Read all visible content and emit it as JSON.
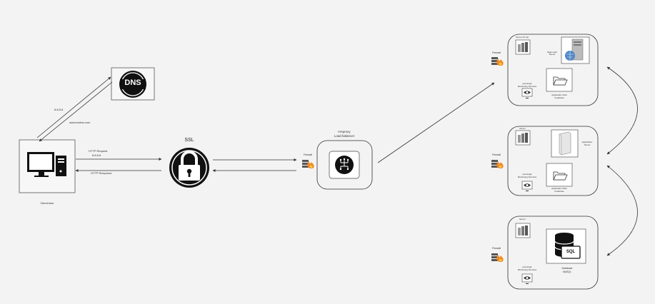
{
  "client": {
    "label": "Client/user"
  },
  "dns": {
    "label": "DNS"
  },
  "dns_links": {
    "query_ip": "8.8.8.8",
    "query_domain": "www.foobar.com"
  },
  "http": {
    "request": "HTTP Request",
    "request_ip": "8.8.8.8",
    "response": "HTTP Response"
  },
  "ssl": {
    "label": "SSL"
  },
  "load_balancer": {
    "line1": "HAproxy",
    "line2": "Load balancer",
    "firewall_label": "Firewall"
  },
  "servers": [
    {
      "firewall_label": "Firewall",
      "server_label": "Server #1 (w)",
      "web_label": "Nginx web Server",
      "monitor_label1": "sumologic",
      "monitor_label2": "Monitoring Services",
      "files_label1": "Application Files",
      "files_label2": "Codebase"
    },
    {
      "firewall_label": "Firewall",
      "server_label": "Server",
      "app_label1": "Application",
      "app_label2": "Server",
      "monitor_label1": "sumologic",
      "monitor_label2": "Monitoring Services",
      "files_label1": "Application Files",
      "files_label2": "Codebase"
    },
    {
      "firewall_label": "Firewall",
      "server_label": "Server",
      "db_icon_text": "SQL",
      "db_label1": "Database",
      "db_label2": "MySQL",
      "monitor_label1": "sumologic",
      "monitor_label2": "Monitoring Services"
    }
  ]
}
